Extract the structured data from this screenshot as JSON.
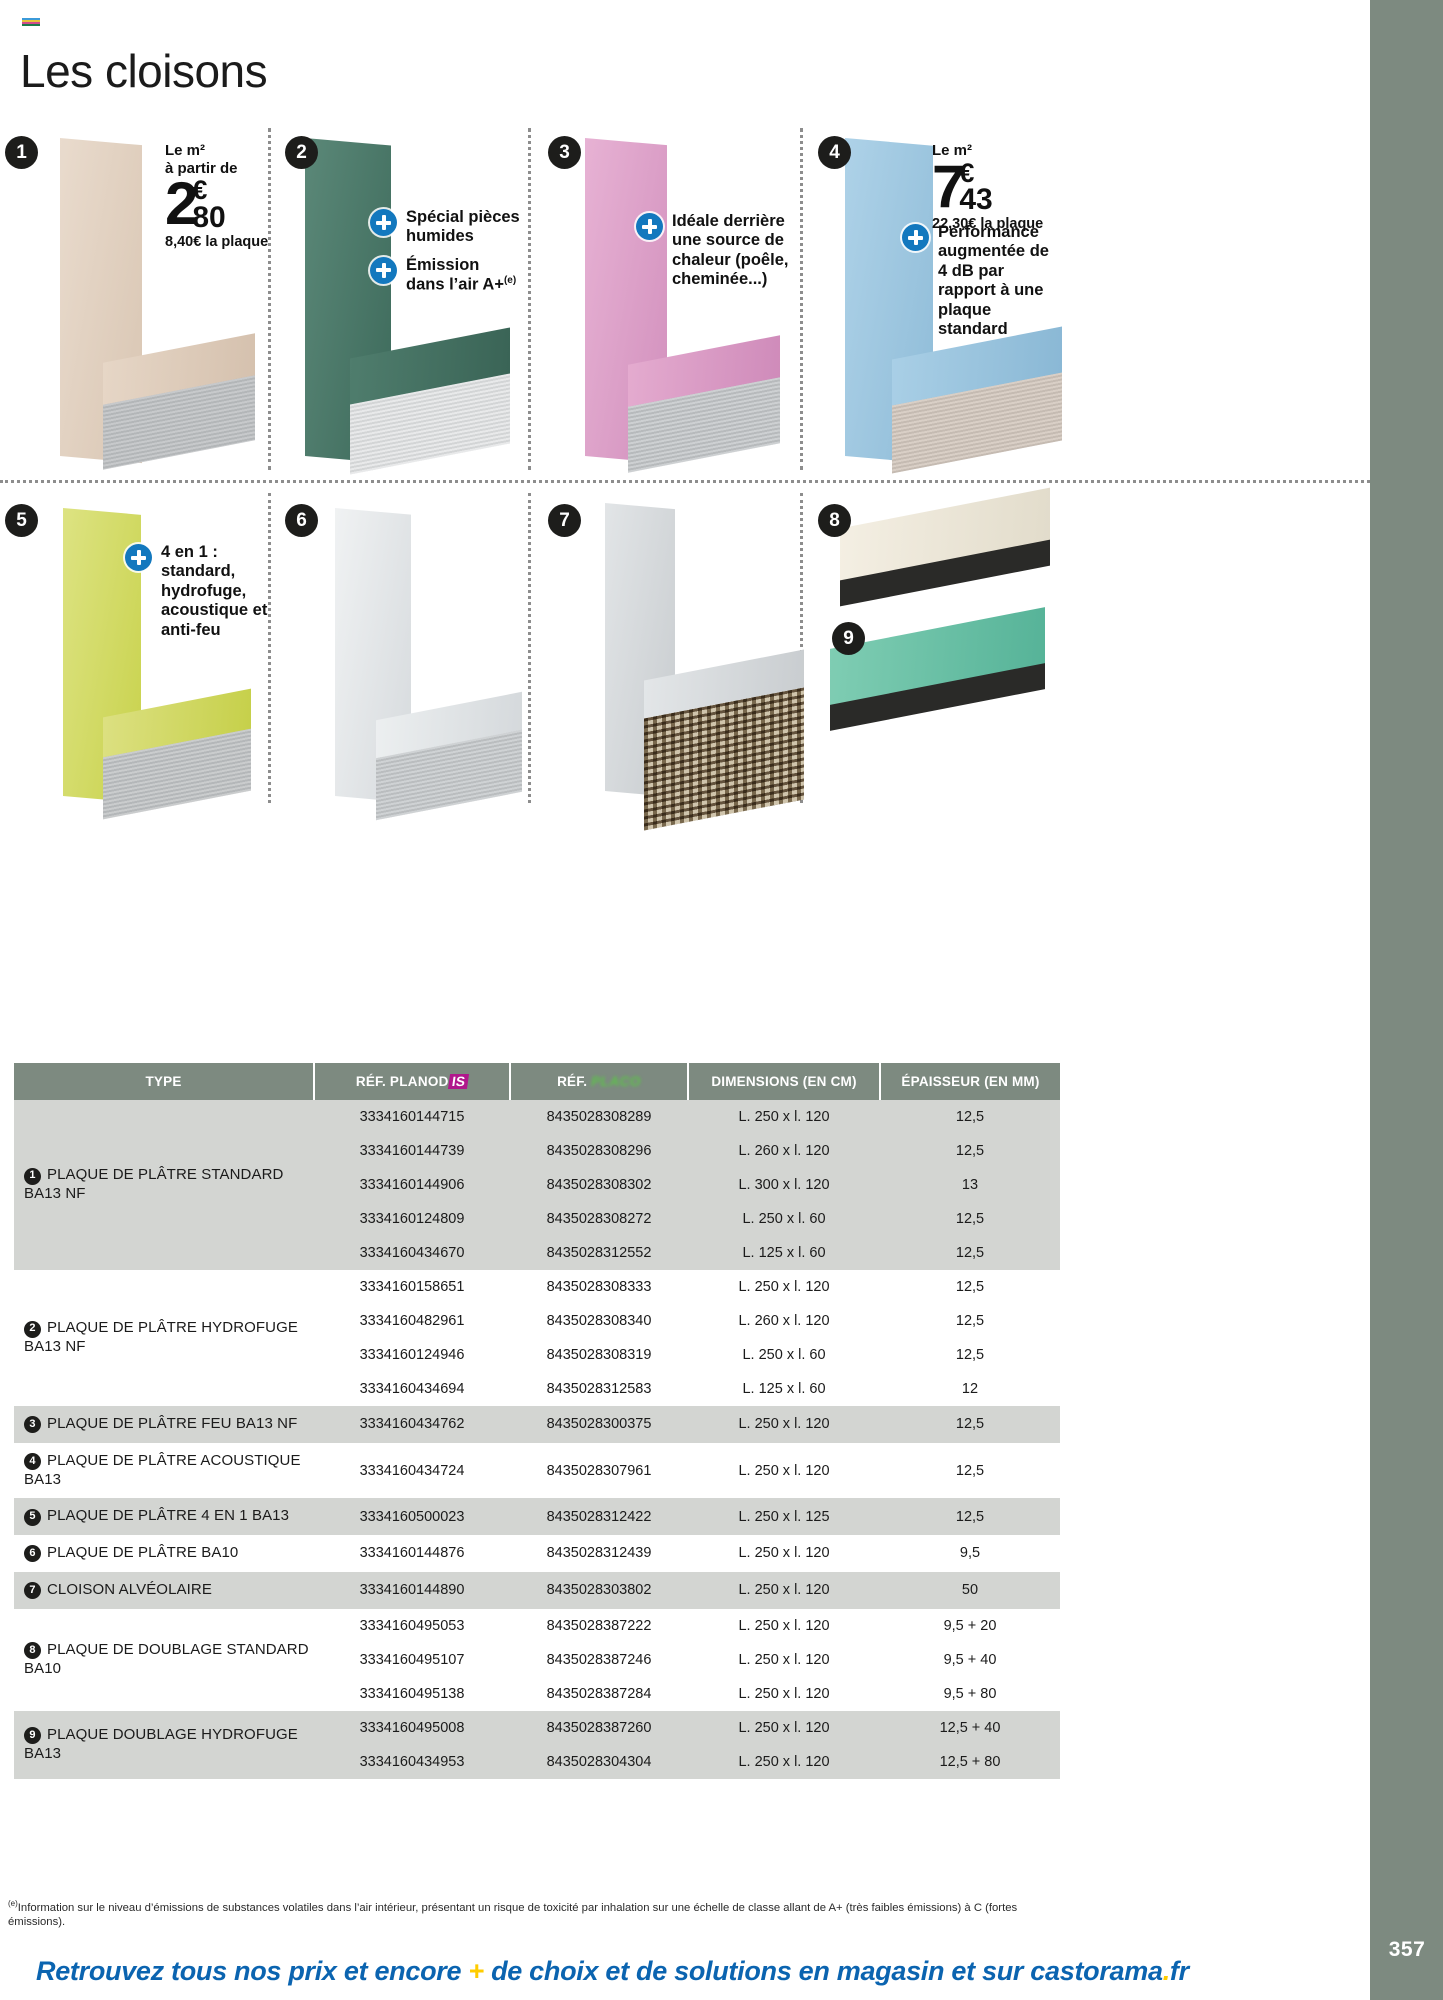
{
  "page": {
    "title": "Les cloisons",
    "number": "357",
    "color_bars": [
      "#3b9ad9",
      "#e8c33a",
      "#d24b8c",
      "#1d7a4a"
    ]
  },
  "products": [
    {
      "id": "1",
      "badge": "1",
      "board_color": "#e6d6c8",
      "price": {
        "label_line1": "Le m²",
        "label_line2": "à partir de",
        "integer": "2",
        "currency": "€",
        "decimals": "80",
        "sub": "8,40€ la plaque"
      },
      "features": []
    },
    {
      "id": "2",
      "badge": "2",
      "board_color": "#4f7d6d",
      "price": null,
      "features": [
        {
          "text": "Spécial pièces humides",
          "sup": ""
        },
        {
          "text": "Émission dans l’air A+",
          "sup": "(e)"
        }
      ]
    },
    {
      "id": "3",
      "badge": "3",
      "board_color": "#dfa0c9",
      "price": null,
      "features": [
        {
          "text": "Idéale derrière une source de chaleur (poêle, cheminée...)",
          "sup": ""
        }
      ]
    },
    {
      "id": "4",
      "badge": "4",
      "board_color": "#9dc6e0",
      "price": {
        "label_line1": "Le m²",
        "label_line2": "",
        "integer": "7",
        "currency": "€",
        "decimals": "43",
        "sub": "22,30€ la plaque"
      },
      "features": [
        {
          "text": "Performance augmentée de 4 dB par rapport à une plaque standard",
          "sup": ""
        }
      ]
    },
    {
      "id": "5",
      "badge": "5",
      "board_color": "#d6dc61",
      "price": null,
      "features": [
        {
          "text": "4 en 1 : standard, hydrofuge, acoustique et anti-feu",
          "sup": ""
        }
      ]
    },
    {
      "id": "6",
      "badge": "6",
      "board_color": "#dfe2e4",
      "price": null,
      "features": []
    },
    {
      "id": "7",
      "badge": "7",
      "board_color": "#d2d5d7",
      "price": null,
      "features": []
    },
    {
      "id": "8",
      "badge": "8",
      "board_color": "#efe9dc",
      "price": null,
      "features": []
    },
    {
      "id": "9",
      "badge": "9",
      "board_color": "#6ec0a8",
      "price": null,
      "features": []
    }
  ],
  "table": {
    "headers": {
      "type": "TYPE",
      "ref1_prefix": "RÉF.",
      "ref1_logo": "PLANODIS",
      "ref2_prefix": "RÉF.",
      "ref2_logo": "PLACO",
      "dimensions": "DIMENSIONS (EN CM)",
      "thickness": "ÉPAISSEUR (EN MM)"
    },
    "groups": [
      {
        "num": "1",
        "name": "PLAQUE DE PLÂTRE STANDARD BA13 NF",
        "shaded": true,
        "rows": [
          {
            "ref1": "3334160144715",
            "ref2": "8435028308289",
            "dim": "L. 250 x l. 120",
            "thick": "12,5"
          },
          {
            "ref1": "3334160144739",
            "ref2": "8435028308296",
            "dim": "L. 260 x l. 120",
            "thick": "12,5"
          },
          {
            "ref1": "3334160144906",
            "ref2": "8435028308302",
            "dim": "L. 300 x l. 120",
            "thick": "13"
          },
          {
            "ref1": "3334160124809",
            "ref2": "8435028308272",
            "dim": "L. 250 x l. 60",
            "thick": "12,5"
          },
          {
            "ref1": "3334160434670",
            "ref2": "8435028312552",
            "dim": "L. 125 x l. 60",
            "thick": "12,5"
          }
        ]
      },
      {
        "num": "2",
        "name": "PLAQUE DE PLÂTRE HYDROFUGE BA13 NF",
        "shaded": false,
        "rows": [
          {
            "ref1": "3334160158651",
            "ref2": "8435028308333",
            "dim": "L. 250 x l. 120",
            "thick": "12,5"
          },
          {
            "ref1": "3334160482961",
            "ref2": "8435028308340",
            "dim": "L. 260 x l. 120",
            "thick": "12,5"
          },
          {
            "ref1": "3334160124946",
            "ref2": "8435028308319",
            "dim": "L. 250 x l. 60",
            "thick": "12,5"
          },
          {
            "ref1": "3334160434694",
            "ref2": "8435028312583",
            "dim": "L. 125 x l. 60",
            "thick": "12"
          }
        ]
      },
      {
        "num": "3",
        "name": "PLAQUE DE PLÂTRE FEU BA13 NF",
        "shaded": true,
        "rows": [
          {
            "ref1": "3334160434762",
            "ref2": "8435028300375",
            "dim": "L. 250 x l. 120",
            "thick": "12,5"
          }
        ]
      },
      {
        "num": "4",
        "name": "PLAQUE DE PLÂTRE ACOUSTIQUE BA13",
        "shaded": false,
        "rows": [
          {
            "ref1": "3334160434724",
            "ref2": "8435028307961",
            "dim": "L. 250 x l. 120",
            "thick": "12,5"
          }
        ]
      },
      {
        "num": "5",
        "name": "PLAQUE DE PLÂTRE 4 EN 1 BA13",
        "shaded": true,
        "rows": [
          {
            "ref1": "3334160500023",
            "ref2": "8435028312422",
            "dim": "L. 250 x l. 125",
            "thick": "12,5"
          }
        ]
      },
      {
        "num": "6",
        "name": "PLAQUE DE PLÂTRE BA10",
        "shaded": false,
        "rows": [
          {
            "ref1": "3334160144876",
            "ref2": "8435028312439",
            "dim": "L. 250 x l. 120",
            "thick": "9,5"
          }
        ]
      },
      {
        "num": "7",
        "name": "CLOISON ALVÉOLAIRE",
        "shaded": true,
        "rows": [
          {
            "ref1": "3334160144890",
            "ref2": "8435028303802",
            "dim": "L. 250 x l. 120",
            "thick": "50"
          }
        ]
      },
      {
        "num": "8",
        "name": "PLAQUE DE DOUBLAGE STANDARD BA10",
        "shaded": false,
        "rows": [
          {
            "ref1": "3334160495053",
            "ref2": "8435028387222",
            "dim": "L. 250 x l. 120",
            "thick": "9,5 + 20"
          },
          {
            "ref1": "3334160495107",
            "ref2": "8435028387246",
            "dim": "L. 250 x l. 120",
            "thick": "9,5 + 40"
          },
          {
            "ref1": "3334160495138",
            "ref2": "8435028387284",
            "dim": "L. 250 x l. 120",
            "thick": "9,5 + 80"
          }
        ]
      },
      {
        "num": "9",
        "name": "PLAQUE DOUBLAGE HYDROFUGE BA13",
        "shaded": true,
        "rows": [
          {
            "ref1": "3334160495008",
            "ref2": "8435028387260",
            "dim": "L. 250 x l. 120",
            "thick": "12,5 + 40"
          },
          {
            "ref1": "3334160434953",
            "ref2": "8435028304304",
            "dim": "L. 250 x l. 120",
            "thick": "12,5 + 80"
          }
        ]
      }
    ]
  },
  "footnote": {
    "marker": "(e)",
    "text": "Information sur le niveau d’émissions de substances volatiles dans l’air intérieur, présentant un risque de toxicité par inhalation sur une échelle de classe allant de A+ (très faibles émissions) à C (fortes émissions)."
  },
  "banner": {
    "part1": "Retrouvez tous nos prix et encore ",
    "plus": "+",
    "part2": " de choix et de solutions en magasin et sur castorama",
    "dot": ".",
    "part3": "fr"
  }
}
